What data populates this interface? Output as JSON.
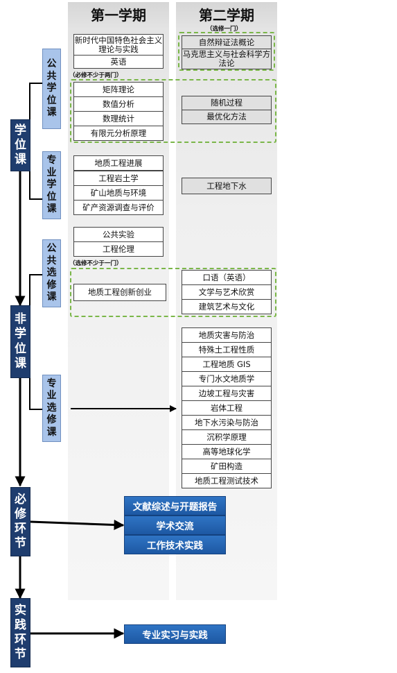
{
  "semester1": {
    "title": "第一学期"
  },
  "semester2": {
    "title": "第二学期"
  },
  "notes": {
    "elective_one": "（选修一门）",
    "required_two": "（必修不少于两门）",
    "elective_at_least_one": "（选修不少于一门）"
  },
  "categories": {
    "degree_courses": "学位课",
    "public_degree": "公共学位课",
    "major_degree": "专业学位课",
    "non_degree": "非学位课",
    "public_elective": "公共选修课",
    "major_elective": "专业选修课",
    "required_links": "必修环节",
    "practice_links": "实践环节"
  },
  "public_degree": {
    "sem1_top": [
      "新时代中国特色社会主义理论与实践",
      "英语"
    ],
    "sem2_top": [
      "自然辩证法概论",
      "马克思主义与社会科学方法论"
    ],
    "sem1_math": [
      "矩阵理论",
      "数值分析",
      "数理统计",
      "有限元分析原理"
    ],
    "sem2_math": [
      "随机过程",
      "最优化方法"
    ]
  },
  "major_degree": {
    "sem1": [
      "地质工程进展",
      "工程岩土学",
      "矿山地质与环境",
      "矿产资源调查与评价"
    ],
    "sem2": [
      "工程地下水"
    ]
  },
  "public_elective": {
    "sem1_top": [
      "公共实验",
      "工程伦理"
    ],
    "sem1": [
      "地质工程创新创业"
    ],
    "sem2": [
      "口语（英语）",
      "文学与艺术欣赏",
      "建筑艺术与文化"
    ]
  },
  "major_elective": {
    "sem2": [
      "地质灾害与防治",
      "特殊土工程性质",
      "工程地质 GIS",
      "专门水文地质学",
      "边坡工程与灾害",
      "岩体工程",
      "地下水污染与防治",
      "沉积学原理",
      "高等地球化学",
      "矿田构造",
      "地质工程测试技术"
    ]
  },
  "required_links": [
    "文献综述与开题报告",
    "学术交流",
    "工作技术实践"
  ],
  "practice_links": [
    "专业实习与实践"
  ]
}
